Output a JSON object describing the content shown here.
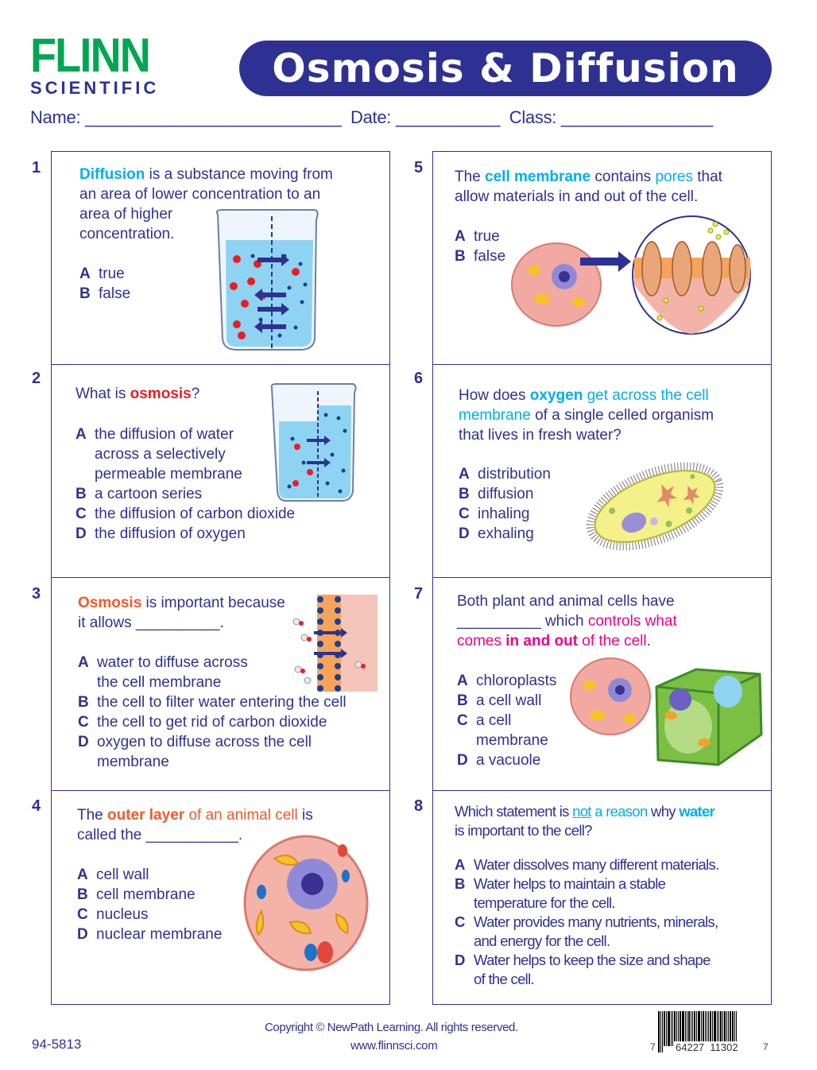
{
  "header": {
    "logo_top": "FLINN",
    "logo_bottom": "SCIENTIFIC",
    "title": "Osmosis & Diffusion",
    "fields": "Name: ___________________________  Date: ___________  Class: ________________"
  },
  "questions": [
    {
      "number": "1",
      "prompt": [
        {
          "t": "Diffusion",
          "s": "cb"
        },
        {
          "t": " is a substance moving from\nan area of lower concentration to an\narea of higher\nconcentration.",
          "s": "n"
        }
      ],
      "options": [
        {
          "letter": "A",
          "text": "true"
        },
        {
          "letter": "B",
          "text": "false"
        }
      ]
    },
    {
      "number": "2",
      "prompt": [
        {
          "t": "What is ",
          "s": "n"
        },
        {
          "t": "osmosis",
          "s": "rb"
        },
        {
          "t": "?",
          "s": "n"
        }
      ],
      "options": [
        {
          "letter": "A",
          "text": "the diffusion of water\nacross a selectively\npermeable membrane"
        },
        {
          "letter": "B",
          "text": "a cartoon series"
        },
        {
          "letter": "C",
          "text": "the diffusion of carbon dioxide"
        },
        {
          "letter": "D",
          "text": "the diffusion of oxygen"
        }
      ]
    },
    {
      "number": "3",
      "prompt": [
        {
          "t": "Osmosis",
          "s": "ob"
        },
        {
          "t": " is important because\nit allows __________.",
          "s": "n"
        }
      ],
      "options": [
        {
          "letter": "A",
          "text": "water to diffuse across\nthe cell membrane"
        },
        {
          "letter": "B",
          "text": "the cell to filter water entering the cell"
        },
        {
          "letter": "C",
          "text": "the cell to get rid of carbon dioxide"
        },
        {
          "letter": "D",
          "text": "oxygen to diffuse across the cell\nmembrane"
        }
      ]
    },
    {
      "number": "4",
      "prompt": [
        {
          "t": "The ",
          "s": "n"
        },
        {
          "t": "outer layer",
          "s": "ob"
        },
        {
          "t": " of an animal cell",
          "s": "o"
        },
        {
          "t": " is\ncalled the ___________.",
          "s": "n"
        }
      ],
      "options": [
        {
          "letter": "A",
          "text": "cell wall"
        },
        {
          "letter": "B",
          "text": "cell membrane"
        },
        {
          "letter": "C",
          "text": "nucleus"
        },
        {
          "letter": "D",
          "text": "nuclear membrane"
        }
      ]
    },
    {
      "number": "5",
      "prompt": [
        {
          "t": "The ",
          "s": "n"
        },
        {
          "t": "cell membrane",
          "s": "cb"
        },
        {
          "t": " contains ",
          "s": "n"
        },
        {
          "t": "pores",
          "s": "c"
        },
        {
          "t": " that\nallow materials in and out of the cell.",
          "s": "n"
        }
      ],
      "options": [
        {
          "letter": "A",
          "text": "true"
        },
        {
          "letter": "B",
          "text": "false"
        }
      ]
    },
    {
      "number": "6",
      "prompt": [
        {
          "t": "How does ",
          "s": "n"
        },
        {
          "t": "oxygen",
          "s": "cb"
        },
        {
          "t": " get across the cell\nmembrane",
          "s": "c"
        },
        {
          "t": " of a single celled organism\nthat lives in fresh water?",
          "s": "n"
        }
      ],
      "options": [
        {
          "letter": "A",
          "text": "distribution"
        },
        {
          "letter": "B",
          "text": "diffusion"
        },
        {
          "letter": "C",
          "text": "inhaling"
        },
        {
          "letter": "D",
          "text": "exhaling"
        }
      ]
    },
    {
      "number": "7",
      "prompt": [
        {
          "t": "Both plant and animal cells have\n__________ which ",
          "s": "n"
        },
        {
          "t": "controls what\ncomes ",
          "s": "m"
        },
        {
          "t": "in and out",
          "s": "mb"
        },
        {
          "t": " of the cell",
          "s": "m"
        },
        {
          "t": ".",
          "s": "n"
        }
      ],
      "options": [
        {
          "letter": "A",
          "text": "chloroplasts"
        },
        {
          "letter": "B",
          "text": "a cell wall"
        },
        {
          "letter": "C",
          "text": "a cell\nmembrane"
        },
        {
          "letter": "D",
          "text": "a vacuole"
        }
      ]
    },
    {
      "number": "8",
      "prompt": [
        {
          "t": "Which statement is ",
          "s": "n"
        },
        {
          "t": "not",
          "s": "u"
        },
        {
          "t": " a reason",
          "s": "c"
        },
        {
          "t": " why ",
          "s": "n"
        },
        {
          "t": "water",
          "s": "cb"
        },
        {
          "t": "\nis important to the cell?",
          "s": "n"
        }
      ],
      "options": [
        {
          "letter": "A",
          "text": "Water dissolves many different materials."
        },
        {
          "letter": "B",
          "text": "Water helps to maintain a stable\ntemperature for the cell."
        },
        {
          "letter": "C",
          "text": "Water provides many nutrients, minerals,\nand energy for the cell."
        },
        {
          "letter": "D",
          "text": "Water helps to keep the size and shape\nof the cell."
        }
      ]
    }
  ],
  "footer": {
    "code": "94-5813",
    "copyright": "Copyright © NewPath Learning. All rights reserved.",
    "url": "www.flinnsci.com",
    "barcode_left": "7",
    "barcode_mid": "64227  11302",
    "barcode_right": "7"
  },
  "colors": {
    "navy": "#2e3192",
    "green": "#00a651",
    "cyan": "#00aeef",
    "red": "#ed1c24",
    "orange": "#f15a29",
    "magenta": "#ec008c"
  }
}
